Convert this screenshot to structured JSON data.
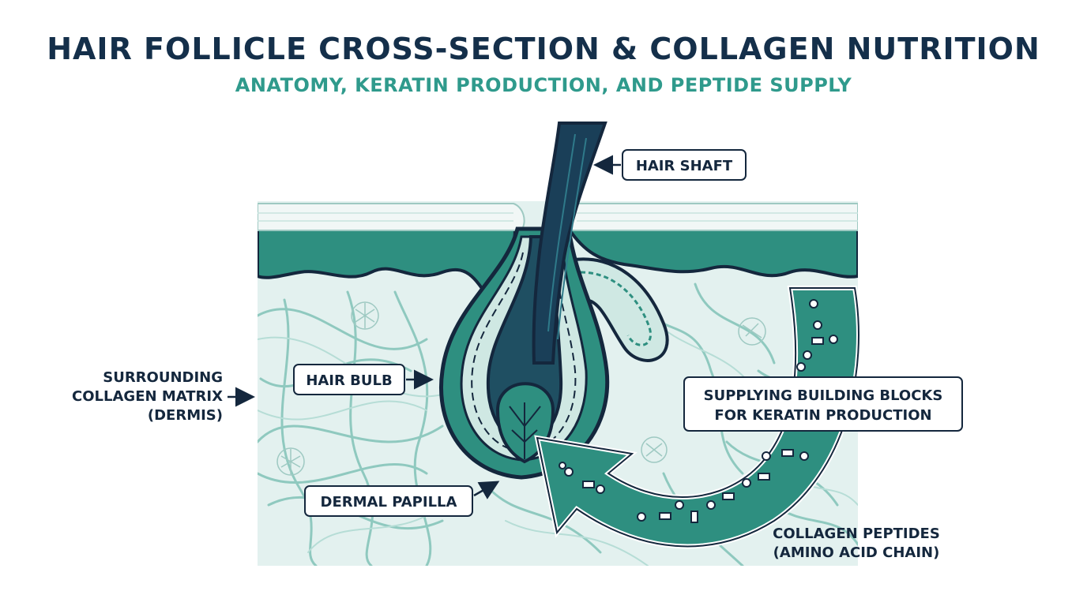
{
  "header": {
    "title": "HAIR FOLLICLE CROSS-SECTION & COLLAGEN NUTRITION",
    "subtitle": "ANATOMY, KERATIN PRODUCTION, AND PEPTIDE SUPPLY"
  },
  "labels": {
    "hair_shaft": "HAIR SHAFT",
    "hair_bulb": "HAIR BULB",
    "dermal_papilla": "DERMAL PAPILLA",
    "supplying_line1": "SUPPLYING BUILDING BLOCKS",
    "supplying_line2": "FOR KERATIN PRODUCTION",
    "matrix_line1": "SURROUNDING",
    "matrix_line2": "COLLAGEN MATRIX",
    "matrix_line3": "(DERMIS)",
    "peptides_line1": "COLLAGEN PEPTIDES",
    "peptides_line2": "(AMINO ACID CHAIN)"
  },
  "colors": {
    "navy": "#142f4a",
    "teal": "#2f9a8c",
    "dermis": "#e3f1ef",
    "fiber": "#8fc9bf",
    "epidermis": "#2e8f80"
  }
}
